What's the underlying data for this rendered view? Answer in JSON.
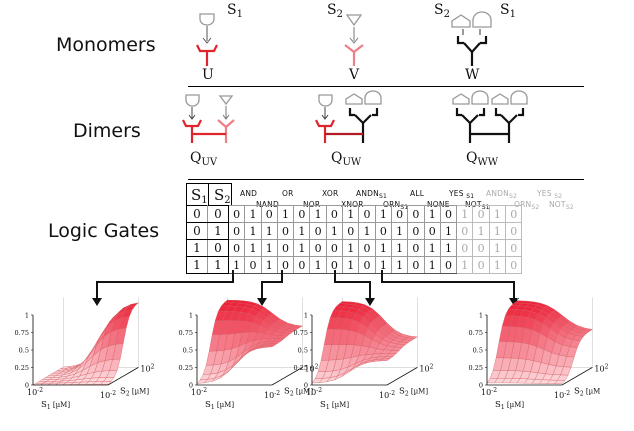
{
  "rows": {
    "monomers": "Monomers",
    "dimers": "Dimers",
    "logic_gates": "Logic Gates"
  },
  "monomers": {
    "u_label": "U",
    "v_label": "V",
    "w_label": "W",
    "s1_label": "S",
    "s1_sub": "1",
    "s2_label": "S",
    "s2_sub": "2",
    "w_s2_label": "S",
    "w_s2_sub": "2",
    "w_s1_label": "S",
    "w_s1_sub": "1"
  },
  "dimers": {
    "quv_main": "Q",
    "quv_sub": "UV",
    "quw_main": "Q",
    "quw_sub": "UW",
    "qww_main": "Q",
    "qww_sub": "WW"
  },
  "truth_table": {
    "s1_main": "S",
    "s1_sub": "1",
    "s2_main": "S",
    "s2_sub": "2",
    "inputs": [
      [
        "0",
        "0"
      ],
      [
        "0",
        "1"
      ],
      [
        "1",
        "0"
      ],
      [
        "1",
        "1"
      ]
    ],
    "outputs": [
      [
        "0",
        "1",
        "0",
        "1",
        "0",
        "1",
        "0",
        "1",
        "0",
        "1",
        "0",
        "0",
        "1",
        "0",
        "1",
        "0",
        "1",
        "0"
      ],
      [
        "0",
        "1",
        "1",
        "0",
        "1",
        "0",
        "1",
        "0",
        "1",
        "0",
        "1",
        "0",
        "0",
        "1",
        "0",
        "1",
        "1",
        "0"
      ],
      [
        "0",
        "1",
        "1",
        "0",
        "1",
        "0",
        "0",
        "1",
        "0",
        "1",
        "1",
        "0",
        "1",
        "1",
        "0",
        "0",
        "1",
        "0"
      ],
      [
        "1",
        "0",
        "1",
        "0",
        "0",
        "1",
        "0",
        "1",
        "0",
        "1",
        "1",
        "0",
        "1",
        "0",
        "1",
        "0",
        "1",
        "0"
      ]
    ],
    "gates_top": {
      "and": "AND",
      "or": "OR",
      "xor": "XOR",
      "andn_main": "ANDN",
      "andn_sub": "S1",
      "all": "ALL",
      "yes_main": "YES",
      "yes_sub": "S1",
      "andn2_main": "ANDN",
      "andn2_sub": "S2",
      "yes2_main": "YES",
      "yes2_sub": "S2"
    },
    "gates_bottom": {
      "nand": "NAND",
      "nor": "NOR",
      "xnor": "XNOR",
      "orn_main": "ORN",
      "orn_sub": "S1",
      "none": "NONE",
      "not_main": "NOT",
      "not_sub": "S1",
      "orn2_main": "ORN",
      "orn2_sub": "S2",
      "not2_main": "NOT",
      "not2_sub": "S2"
    }
  },
  "plots": {
    "tick_1": "1",
    "tick_075": "0.75",
    "tick_05": "0.5",
    "tick_025": "0.25",
    "tick_0": "0",
    "s1_axis": "S",
    "s1_axis_sub": "1",
    "s1_unit": "[µM]",
    "s2_axis": "S",
    "s2_axis_sub": "2",
    "s2_unit": "[µM]",
    "tick_base": "10",
    "tick_low_exp": "-2",
    "tick_high_exp": "2",
    "s2_unit_clipped": "[µM"
  },
  "colors": {
    "red": "#e0242b",
    "pink": "#ee7f86",
    "gray": "#999999",
    "surface_high": "#f01f33",
    "surface_low": "#fbdadd"
  }
}
